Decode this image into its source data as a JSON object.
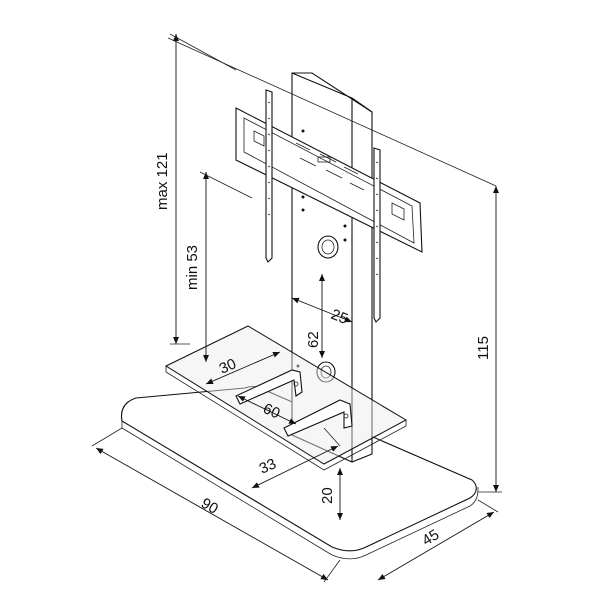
{
  "diagram": {
    "dimensions": {
      "max_height": "max 121",
      "min_height": "min 53",
      "total_height": "115",
      "column_width": "25",
      "shelf_clearance": "62",
      "shelf_depth": "30",
      "shelf_width": "60",
      "shelf_offset": "33",
      "shelf_height": "20",
      "base_width": "90",
      "base_depth": "45"
    }
  }
}
